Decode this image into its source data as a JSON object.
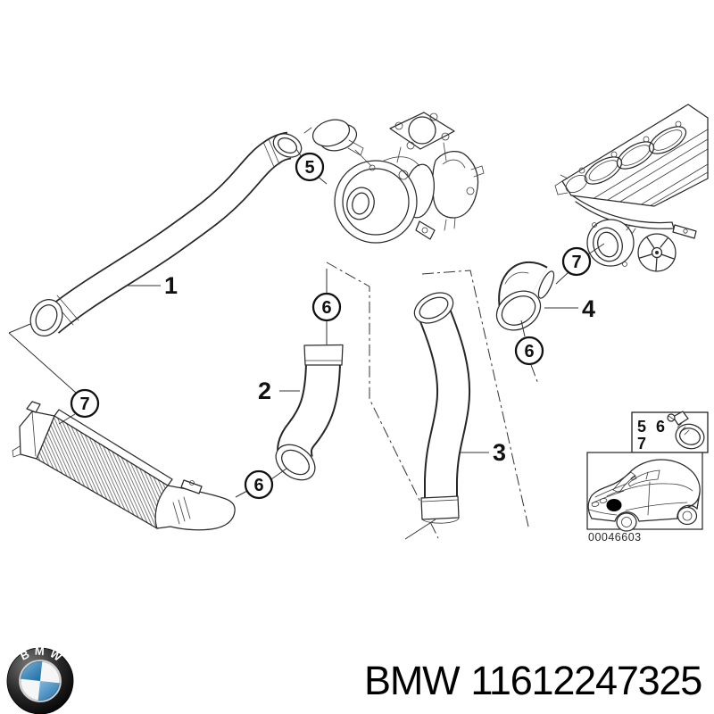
{
  "diagram": {
    "callouts": [
      {
        "label": "5"
      },
      {
        "label": "6"
      },
      {
        "label": "6"
      },
      {
        "label": "6"
      },
      {
        "label": "7"
      },
      {
        "label": "7"
      }
    ],
    "part_labels": [
      {
        "label": "1"
      },
      {
        "label": "2"
      },
      {
        "label": "3"
      },
      {
        "label": "4"
      }
    ],
    "legend": {
      "items": [
        "5",
        "6",
        "7"
      ]
    },
    "thumbnail": {
      "image_code": "00046603"
    }
  },
  "footer": {
    "logo_text": "BMW",
    "brand": "BMW",
    "part_number": "11612247325"
  }
}
